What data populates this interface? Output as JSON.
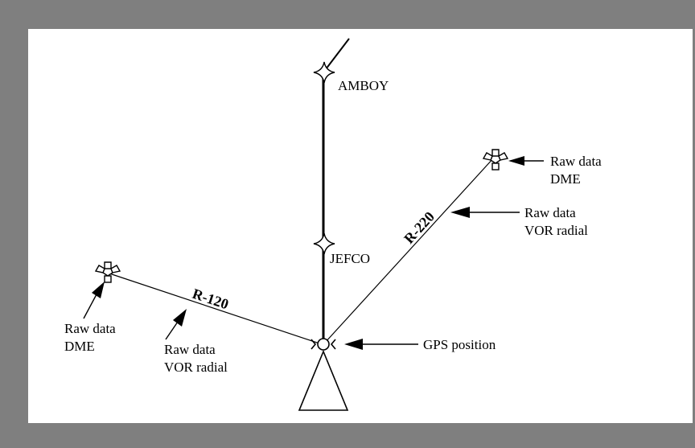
{
  "waypoints": {
    "amboy": "AMBOY",
    "jefco": "JEFCO"
  },
  "radials": {
    "left": "R-120",
    "right": "R-220"
  },
  "labels": {
    "right_dme_line1": "Raw data",
    "right_dme_line2": "DME",
    "right_vor_line1": "Raw data",
    "right_vor_line2": "VOR radial",
    "left_dme_line1": "Raw data",
    "left_dme_line2": "DME",
    "left_vor_line1": "Raw data",
    "left_vor_line2": "VOR radial",
    "gps": "GPS position"
  },
  "colors": {
    "frame": "#7f7f7f",
    "panel": "#ffffff",
    "ink": "#000000"
  }
}
